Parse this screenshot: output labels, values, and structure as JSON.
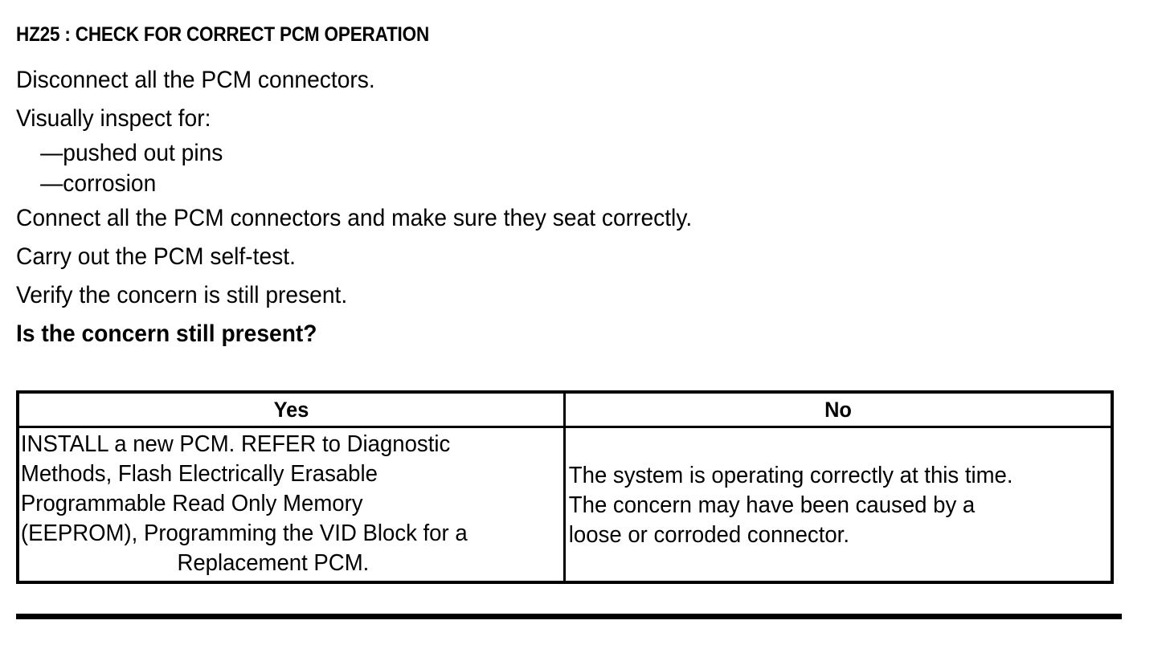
{
  "document": {
    "step_title": "HZ25 : CHECK FOR CORRECT PCM OPERATION",
    "instructions": [
      {
        "text": "Disconnect all the PCM connectors.",
        "style": "normal"
      },
      {
        "text": "Visually inspect for:",
        "style": "normal"
      },
      {
        "text": "—pushed out pins",
        "style": "bullet"
      },
      {
        "text": "—corrosion",
        "style": "bullet"
      },
      {
        "text": "Connect all the PCM connectors and make sure they seat correctly.",
        "style": "normal"
      },
      {
        "text": "Carry out the PCM self-test.",
        "style": "normal"
      },
      {
        "text": "Verify the concern is still present.",
        "style": "normal"
      },
      {
        "text": "Is the concern still present?",
        "style": "bold"
      }
    ],
    "question": "Is the concern still present?",
    "decision_table": {
      "columns": [
        {
          "header": "Yes"
        },
        {
          "header": "No"
        }
      ],
      "yes_cell": {
        "lines": [
          "INSTALL a new PCM. REFER to Diagnostic",
          "Methods,  Flash Electrically Erasable",
          "Programmable Read Only Memory",
          "(EEPROM), Programming the VID Block for a"
        ],
        "last_line": "Replacement PCM.",
        "full_text": "INSTALL a new PCM. REFER to Diagnostic Methods, Flash Electrically Erasable Programmable Read Only Memory (EEPROM), Programming the VID Block for a Replacement PCM."
      },
      "no_cell": {
        "lines": [
          "The system is operating correctly at this time.",
          "The concern may have been caused by a",
          "loose or corroded connector."
        ],
        "full_text": "The system is operating correctly at this time. The concern may have been caused by a loose or corroded connector."
      }
    }
  }
}
